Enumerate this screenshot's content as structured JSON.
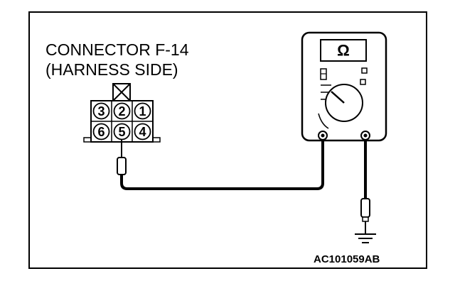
{
  "diagram": {
    "connector": {
      "title_line1": "CONNECTOR F-14",
      "title_line2": "(HARNESS SIDE)",
      "pins_top": [
        "3",
        "2",
        "1"
      ],
      "pins_bottom": [
        "6",
        "5",
        "4"
      ],
      "probed_pin": "5",
      "blank_cavity": "X"
    },
    "multimeter": {
      "mode_symbol": "Ω",
      "terminal_count": 2
    },
    "ground": {
      "symbol": "ground"
    },
    "figure_code": "AC101059AB"
  }
}
